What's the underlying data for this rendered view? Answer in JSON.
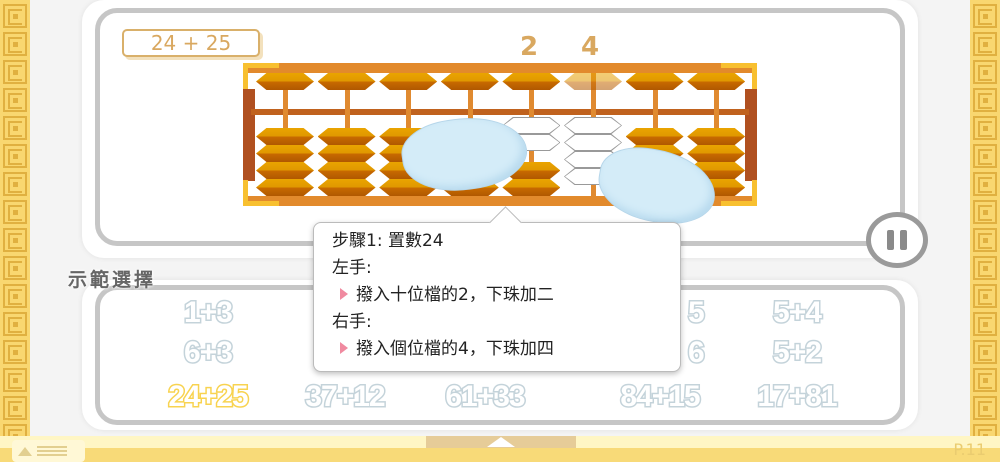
{
  "equation": "24 + 25",
  "digits": [
    "2",
    "4"
  ],
  "abacus": {
    "rods": 8,
    "lower_beads_moved": [
      0,
      0,
      0,
      0,
      2,
      4,
      0,
      0
    ],
    "ghost_upper_rod": 5
  },
  "demo_title": "示範選擇",
  "demo_items": [
    [
      "1+3",
      "",
      "",
      "5",
      "5+4"
    ],
    [
      "6+3",
      "",
      "",
      "6",
      "5+2"
    ],
    [
      "24+25",
      "37+12",
      "61+33",
      "84+15",
      "17+81"
    ]
  ],
  "selected_item": "24+25",
  "tooltip": {
    "step": "步驟1: 置數24",
    "left_label": "左手:",
    "left_action": "撥入十位檔的2，下珠加二",
    "right_label": "右手:",
    "right_action": "撥入個位檔的4，下珠加四"
  },
  "page_label": "P.11",
  "colors": {
    "accent": "#d9a860",
    "selected": "#f8d350",
    "border": "#f9d770"
  }
}
